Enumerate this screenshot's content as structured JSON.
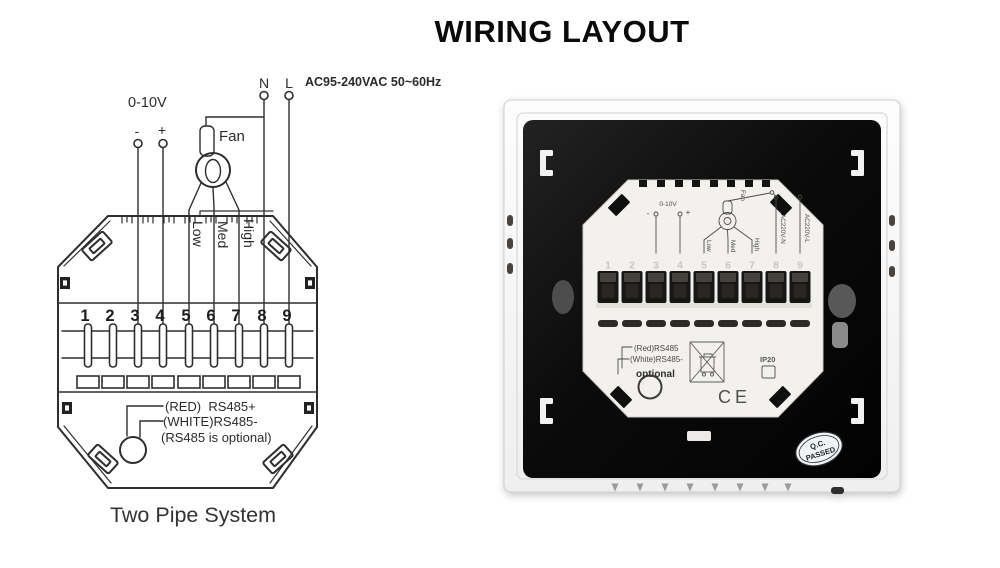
{
  "title": "WIRING LAYOUT",
  "terminals": [
    "1",
    "2",
    "3",
    "4",
    "5",
    "6",
    "7",
    "8",
    "9"
  ],
  "diagram": {
    "caption": "Two Pipe System",
    "power_rating": "AC95-240VAC 50~60Hz",
    "neutral": "N",
    "live": "L",
    "analog_label": "0-10V",
    "minus": "-",
    "plus": "+",
    "fan": "Fan",
    "fan_speeds": {
      "low": "Low",
      "med": "Med",
      "high": "High"
    },
    "rs485": {
      "red": "(RED)  RS485+",
      "white": "(WHITE)RS485-",
      "note": "(RS485 is optional)"
    }
  },
  "photo": {
    "print": {
      "analog_label": "0-10V",
      "minus": "-",
      "plus": "+",
      "fan": "Fan",
      "low": "Low",
      "med": "Med",
      "high": "High",
      "ac_neutral": "AC220V-N",
      "ac_live": "AC220V-L",
      "rs485_red": "(Red)RS485",
      "rs485_white": "(White)RS485-",
      "rs485_note": "optional",
      "ip_rating": "IP20",
      "ce_mark": "CE"
    },
    "qc_sticker": {
      "line1": "Q.C.",
      "line2": "PASSED"
    }
  },
  "colors": {
    "diagram_line": "#2e2e2e",
    "panel_black": "#0b0b0b",
    "frame_white": "#f7f7f7",
    "module_white": "#f3f1ee",
    "print_gray": "#4a4a4a"
  }
}
